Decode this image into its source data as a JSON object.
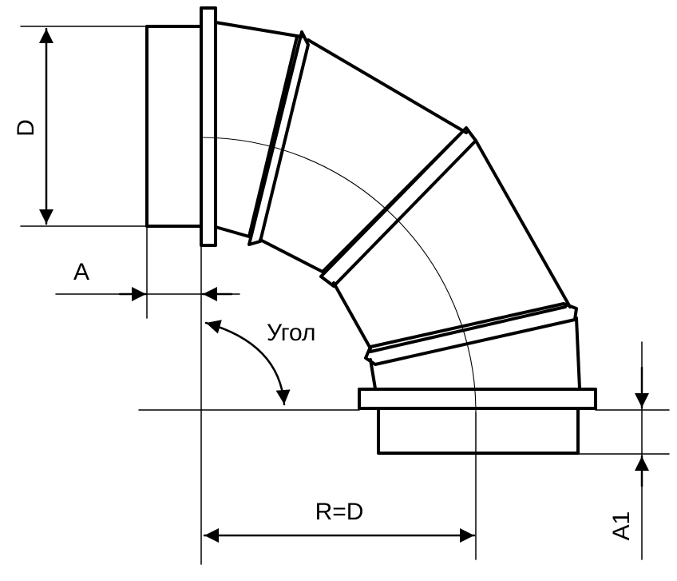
{
  "labels": {
    "d": "D",
    "a": "A",
    "angle": "Угол",
    "radius": "R=D",
    "a1": "A1"
  },
  "colors": {
    "line": "#000000",
    "background": "#ffffff"
  }
}
